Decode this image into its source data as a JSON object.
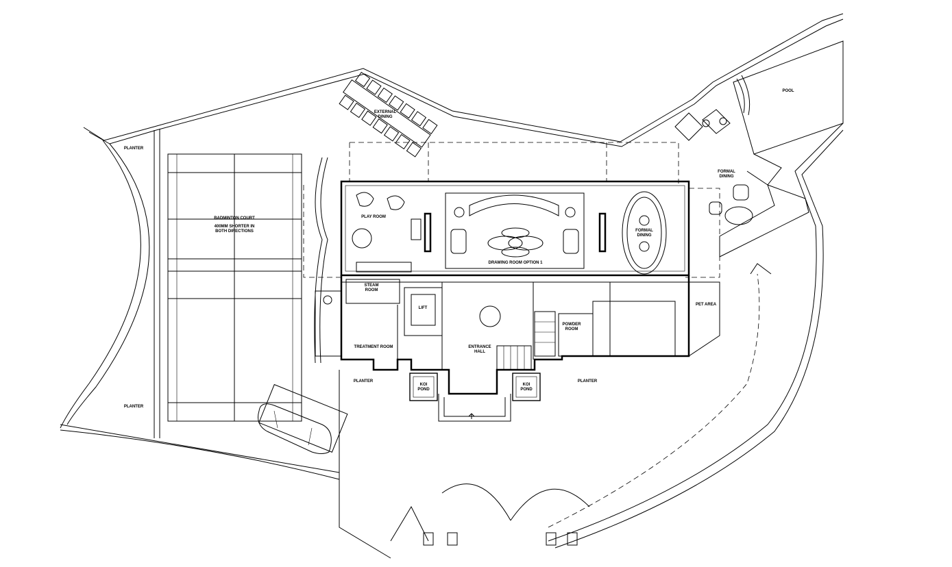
{
  "plan": {
    "labels": {
      "planter_top_left": "PLANTER",
      "planter_bottom_left": "PLANTER",
      "badminton_court": "BADMINTON COURT",
      "badminton_note_1": "400MM SHORTER IN",
      "badminton_note_2": "BOTH DIRECTIONS",
      "external_dining_1": "EXTERNAL",
      "external_dining_2": "DINING",
      "play_room": "PLAY ROOM",
      "drawing_room": "DRAWING ROOM OPTION 1",
      "formal_dining_inner_1": "FORMAL",
      "formal_dining_inner_2": "DINING",
      "formal_dining_outer_1": "FORMAL",
      "formal_dining_outer_2": "DINING",
      "pool": "POOL",
      "steam_room_1": "STEAM",
      "steam_room_2": "ROOM",
      "lift": "LIFT",
      "treatment_room": "TREATMENT ROOM",
      "entrance_hall_1": "ENTRANCE",
      "entrance_hall_2": "HALL",
      "koi_pond_left_1": "KOI",
      "koi_pond_left_2": "POND",
      "koi_pond_right_1": "KOI",
      "koi_pond_right_2": "POND",
      "powder_room_1": "POWDER",
      "powder_room_2": "ROOM",
      "pet_area": "PET AREA",
      "planter_front_left": "PLANTER",
      "planter_front_right": "PLANTER"
    }
  }
}
